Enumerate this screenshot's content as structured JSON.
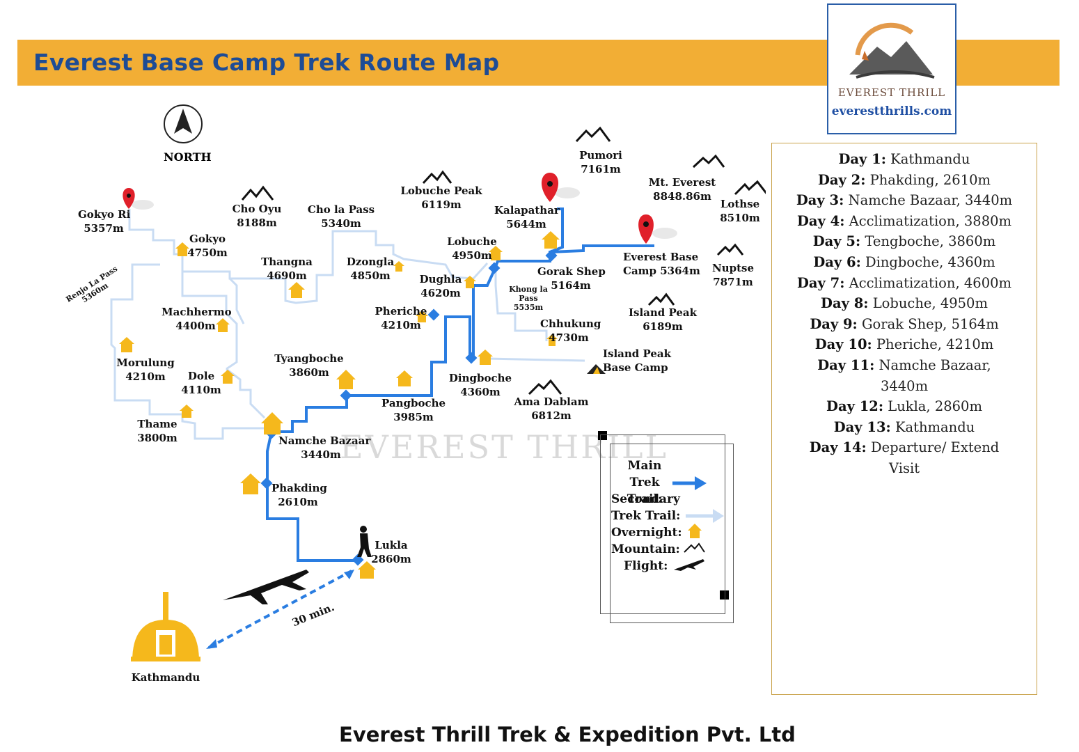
{
  "title": "Everest Base Camp Trek Route Map",
  "logo": {
    "name": "EVEREST THRILL",
    "url": "everestthrills.com"
  },
  "north_label": "NORTH",
  "watermark": "EVEREST THRILL",
  "flight_time": "30 min.",
  "footer": "Everest Thrill Trek & Expedition Pvt. Ltd",
  "places": {
    "gokyo_ri": {
      "name": "Gokyo Ri",
      "alt": "5357m"
    },
    "gokyo": {
      "name": "Gokyo",
      "alt": "4750m"
    },
    "cho_oyu": {
      "name": "Cho Oyu",
      "alt": "8188m"
    },
    "cho_la": {
      "name": "Cho la Pass",
      "alt": "5340m"
    },
    "thangna": {
      "name": "Thangna",
      "alt": "4690m"
    },
    "dzongla": {
      "name": "Dzongla",
      "alt": "4850m"
    },
    "lobuche_peak": {
      "name": "Lobuche Peak",
      "alt": "6119m"
    },
    "lobuche": {
      "name": "Lobuche",
      "alt": "4950m"
    },
    "dughla": {
      "name": "Dughla",
      "alt": "4620m"
    },
    "pumori": {
      "name": "Pumori",
      "alt": "7161m"
    },
    "kalapathar": {
      "name": "Kalapathar",
      "alt": "5644m"
    },
    "gorak_shep": {
      "name": "Gorak Shep",
      "alt": "5164m"
    },
    "everest": {
      "name": "Mt. Everest",
      "alt": "8848.86m"
    },
    "ebc_line1": "Everest  Base",
    "ebc_line2": "Camp 5364m",
    "lothse": {
      "name": "Lothse",
      "alt": "8510m"
    },
    "nuptse": {
      "name": "Nuptse",
      "alt": "7871m"
    },
    "khong_la_1": "Khong la",
    "khong_la_2": "Pass",
    "khong_la_3": "5535m",
    "island_peak": {
      "name": "Island Peak",
      "alt": "6189m"
    },
    "chhukung": {
      "name": "Chhukung",
      "alt": "4730m"
    },
    "ipbc_line1": "Island Peak",
    "ipbc_line2": "Base Camp",
    "renjo_1": "Renjo La Pass",
    "renjo_2": "5360m",
    "machhermo": {
      "name": "Machhermo",
      "alt": "4400m"
    },
    "pheriche": {
      "name": "Pheriche",
      "alt": "4210m"
    },
    "morulung": {
      "name": "Morulung",
      "alt": "4210m"
    },
    "dole": {
      "name": "Dole",
      "alt": "4110m"
    },
    "tyangboche": {
      "name": "Tyangboche",
      "alt": "3860m"
    },
    "dingboche": {
      "name": "Dingboche",
      "alt": "4360m"
    },
    "ama_dablam": {
      "name": "Ama Dablam",
      "alt": "6812m"
    },
    "pangboche": {
      "name": "Pangboche",
      "alt": "3985m"
    },
    "thame": {
      "name": "Thame",
      "alt": "3800m"
    },
    "namche": {
      "name": "Namche Bazaar",
      "alt": "3440m"
    },
    "phakding": {
      "name": "Phakding",
      "alt": "2610m"
    },
    "lukla": {
      "name": "Lukla",
      "alt": "2860m"
    },
    "kathmandu": {
      "name": "Kathmandu"
    }
  },
  "legend": {
    "main_1": "Main Trek",
    "main_2": "Trail:",
    "sec_1": "Secondary",
    "sec_2": "Trek Trail:",
    "overnight": "Overnight:",
    "mountain": "Mountain:",
    "flight": "Flight:"
  },
  "itinerary": [
    {
      "day": "Day 1:",
      "text": "Kathmandu"
    },
    {
      "day": "Day 2:",
      "text": "Phakding, 2610m"
    },
    {
      "day": "Day 3:",
      "text": "Namche Bazaar, 3440m"
    },
    {
      "day": "Day 4:",
      "text": "Acclimatization, 3880m"
    },
    {
      "day": "Day 5:",
      "text": "Tengboche, 3860m"
    },
    {
      "day": "Day 6:",
      "text": "Dingboche, 4360m"
    },
    {
      "day": "Day 7:",
      "text": "Acclimatization, 4600m"
    },
    {
      "day": "Day 8:",
      "text": "Lobuche, 4950m"
    },
    {
      "day": "Day 9:",
      "text": "Gorak Shep, 5164m"
    },
    {
      "day": "Day 10:",
      "text": "Pheriche, 4210m"
    },
    {
      "day": "Day 11:",
      "text": "Namche Bazaar, 3440m"
    },
    {
      "day": "Day 12:",
      "text": "Lukla, 2860m"
    },
    {
      "day": "Day 13:",
      "text": "Kathmandu"
    },
    {
      "day": "Day 14:",
      "text": "Departure/ Extend Visit"
    }
  ],
  "colors": {
    "banner": "#f2ae35",
    "title": "#1e4c95",
    "main_trail": "#2a7de1",
    "secondary_trail": "#c9dcf3",
    "overnight": "#f5b81c",
    "pin": "#e0202a"
  }
}
